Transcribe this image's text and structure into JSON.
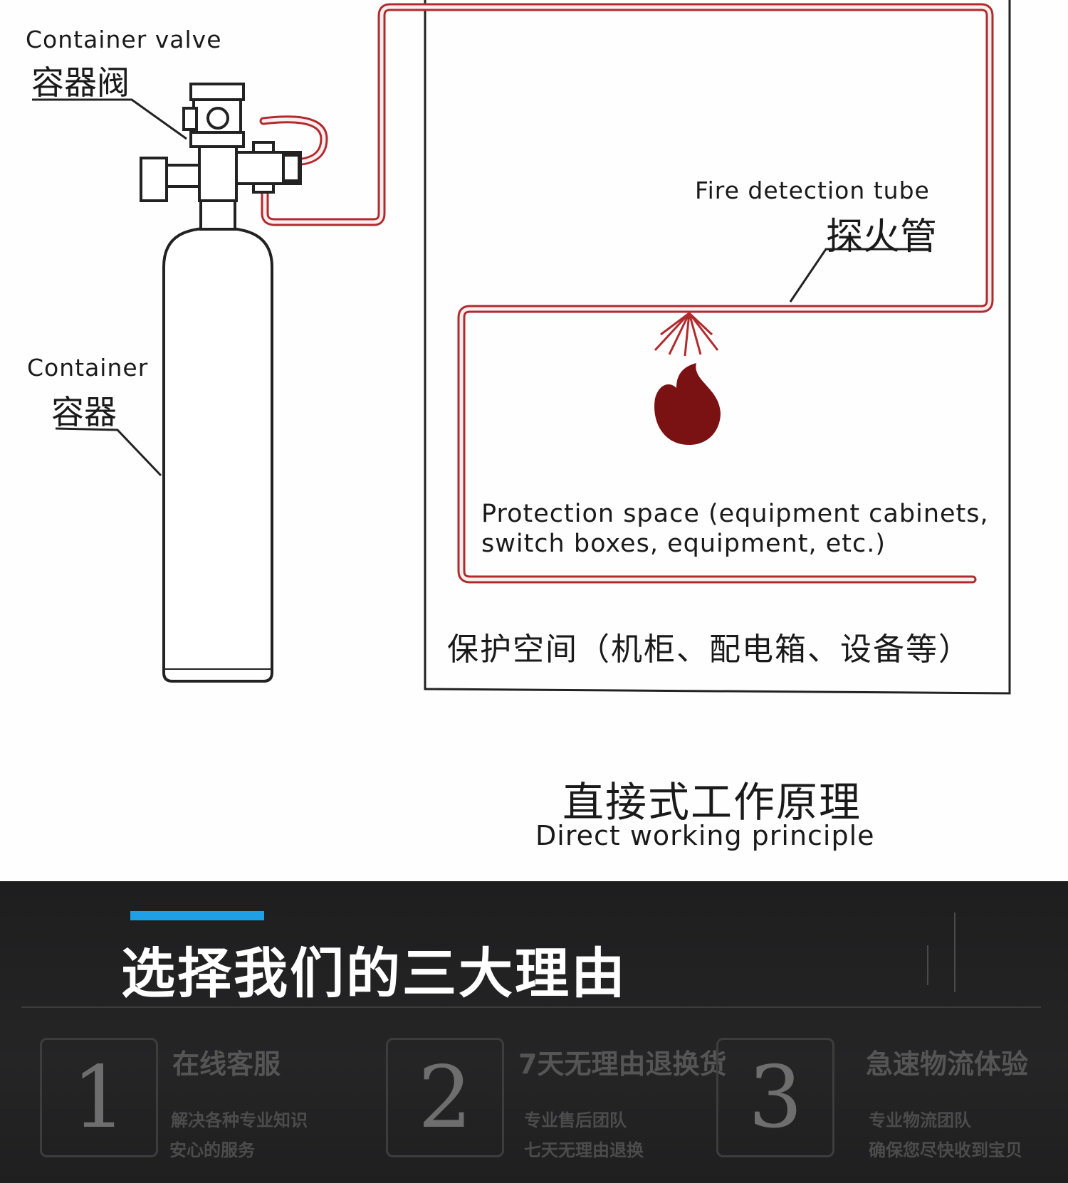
{
  "labels": {
    "container_valve_en": "Container valve",
    "container_valve_cn": "容器阀",
    "container_en": "Container",
    "container_cn": "容器",
    "fire_tube_en": "Fire detection tube",
    "fire_tube_cn": "探火管",
    "protection_en_1": "Protection space (equipment cabinets,",
    "protection_en_2": "switch boxes, equipment, etc.)",
    "protection_cn": "保护空间（机柜、配电箱、设备等）"
  },
  "caption": {
    "cn": "直接式工作原理",
    "en": "Direct working principle"
  },
  "reasons_section": {
    "heading": "选择我们的三大理由",
    "accent_color": "#1ea0e6",
    "items": [
      {
        "number": "1",
        "title": "在线客服",
        "line1": "解决各种专业知识",
        "line2": "安心的服务"
      },
      {
        "number": "2",
        "title": "7天无理由退换货",
        "line1": "专业售后团队",
        "line2": "七天无理由退换"
      },
      {
        "number": "3",
        "title": "急速物流体验",
        "line1": "专业物流团队",
        "line2": "确保您尽快收到宝贝"
      }
    ]
  },
  "colors": {
    "tube": "#b22a2e",
    "flame": "#7a1214"
  }
}
